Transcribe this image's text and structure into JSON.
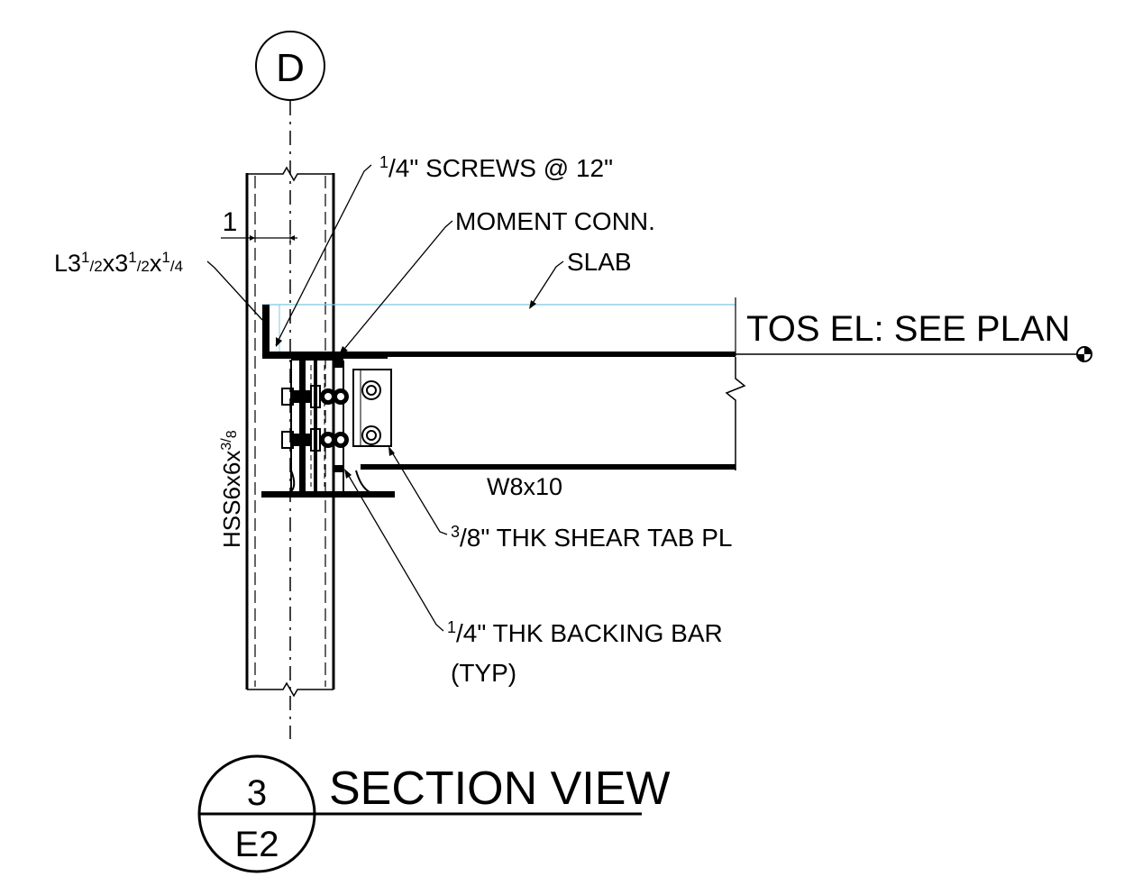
{
  "grid": {
    "bubble": "D"
  },
  "labels": {
    "screws": [
      "1",
      "/4\" SCREWS @ 12\""
    ],
    "dimension": "1",
    "angle": [
      "L3",
      "1",
      "/2",
      "x3",
      "1",
      "/2",
      "x",
      "1",
      "/4"
    ],
    "moment": "MOMENT CONN.",
    "slab": "SLAB",
    "tos": "TOS EL: SEE PLAN",
    "beam": "W8x10",
    "shear_tab": [
      "3",
      "/8\" THK SHEAR TAB PL"
    ],
    "backing_bar": [
      "1",
      "/4\" THK  BACKING BAR"
    ],
    "typ": "(TYP)",
    "column": [
      "HSS6x6x",
      "3",
      "/",
      "8"
    ]
  },
  "title": {
    "detail_number": "3",
    "sheet": "E2",
    "text": "SECTION VIEW"
  },
  "colors": {
    "line": "#000000",
    "slab_line": "#7ec8e3"
  }
}
